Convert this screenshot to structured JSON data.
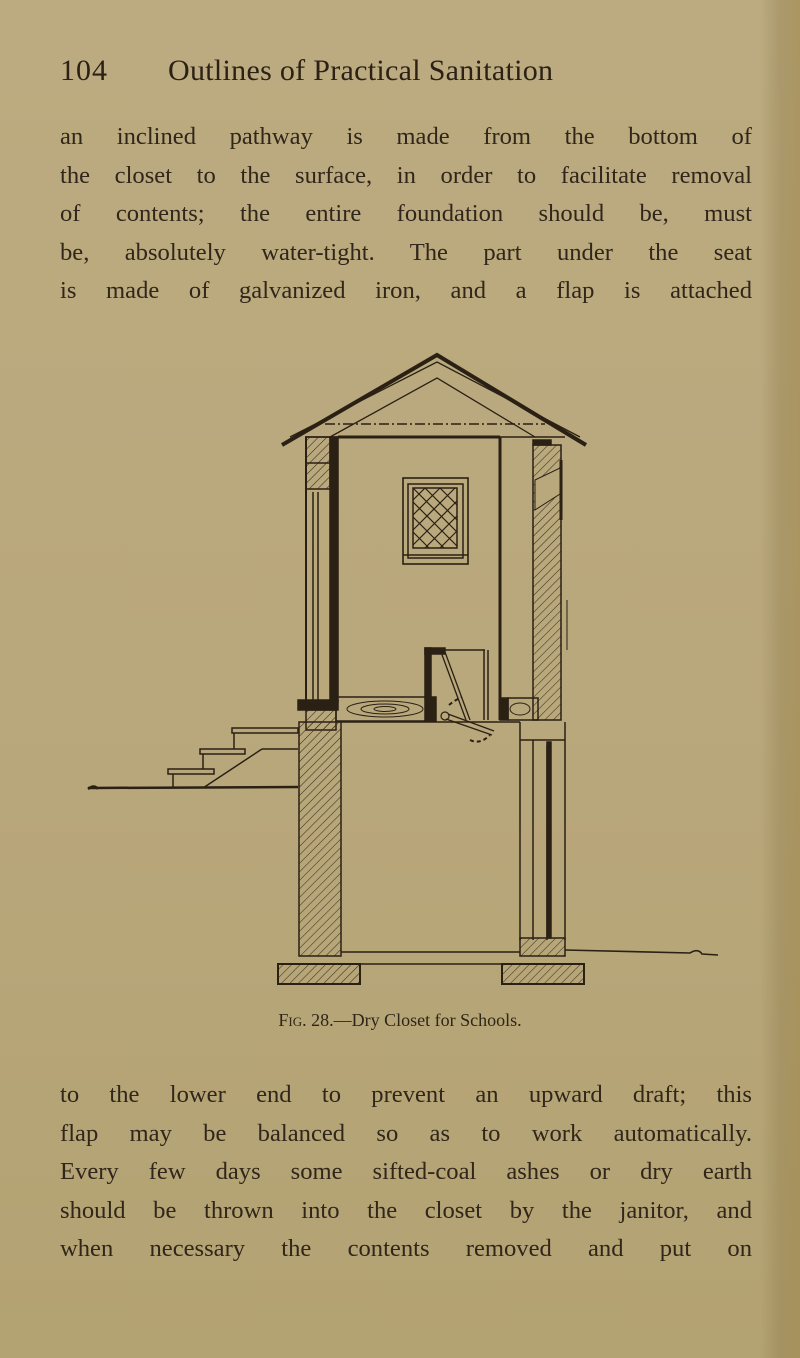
{
  "header": {
    "page_number": "104",
    "running_title": "Outlines of Practical Sanitation"
  },
  "paragraph_top": {
    "lines": [
      "an inclined pathway is made from the bottom of",
      "the closet to the surface, in order to facilitate removal",
      "of contents; the entire foundation should be, must",
      "be, absolutely water-tight. The part under the seat",
      "is made of galvanized iron, and a flap is attached"
    ]
  },
  "figure": {
    "label": "Fig.",
    "number": "28.",
    "separator": "—",
    "title": "Dry Closet for Schools.",
    "description": "Sectional elevation of a dry closet: gabled roof, diamond-lattice window, seat with hinged balanced flap, hatched masonry walls and footings, exterior steps on the left, ground line extending right."
  },
  "paragraph_bottom": {
    "lines": [
      "to the lower end to prevent an upward draft; this",
      "flap may be balanced so as to work automatically.",
      "Every few days some sifted-coal ashes or dry earth",
      "should be thrown into the closet by the janitor, and",
      "when necessary the contents removed and put on"
    ]
  },
  "colors": {
    "paper": "#b9a87c",
    "ink": "#2e2517"
  }
}
